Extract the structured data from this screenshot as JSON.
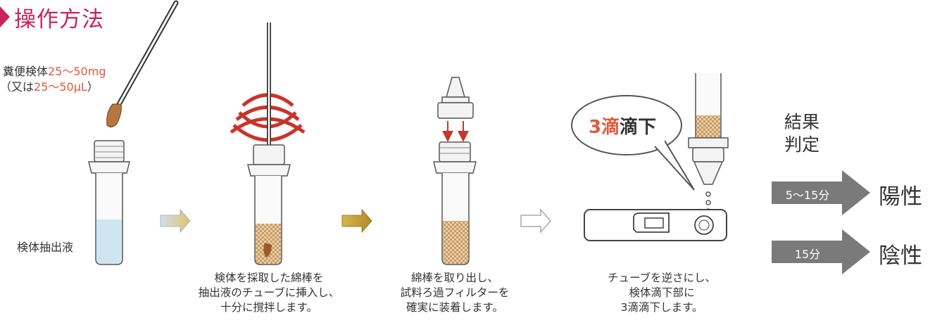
{
  "title": "操作方法",
  "step1": {
    "sample_label_prefix": "糞便検体",
    "sample_label_amount": "25〜50mg",
    "sample_alt_open": "（又は",
    "sample_alt_amount": "25〜50μL",
    "sample_alt_close": "）",
    "liquid_label": "検体抽出液"
  },
  "step2": {
    "caption_lines": [
      "検体を採取した綿棒を",
      "抽出液のチューブに挿入し、",
      "十分に撹拌します。"
    ]
  },
  "step3": {
    "caption_lines": [
      "綿棒を取り出し、",
      "試料ろ過フィルターを",
      "確実に装着します。"
    ]
  },
  "step4": {
    "bubble_count": "3滴",
    "bubble_action": "滴下",
    "caption_lines": [
      "チューブを逆さにし、",
      "検体滴下部に",
      "3滴滴下します。"
    ]
  },
  "result": {
    "heading_lines": [
      "結果",
      "判定"
    ],
    "positive": {
      "time": "5〜15分",
      "label": "陽性"
    },
    "negative": {
      "time": "15分",
      "label": "陰性"
    }
  },
  "colors": {
    "title": "#c8245a",
    "accent_red": "#e05a3c",
    "swirl": "#c8352a",
    "liquid_blue": "#cfe6f2",
    "sample_brown": "#d8b080",
    "result_arrow": "#7a7a7a",
    "step_arrow_1": "#b5c98a",
    "step_arrow_2": "#c9a23c"
  }
}
